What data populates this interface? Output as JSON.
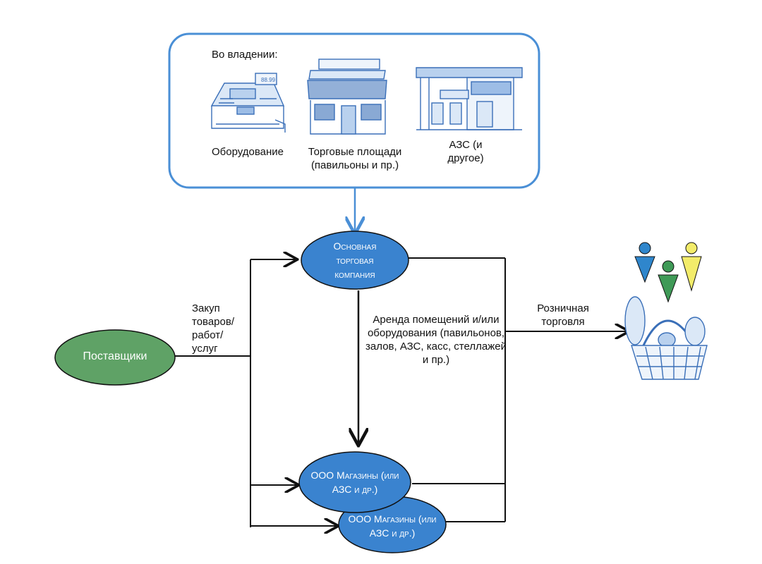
{
  "ownership": {
    "title": "Во владении:",
    "items": [
      {
        "icon": "cash-register-icon",
        "label": "Оборудование"
      },
      {
        "icon": "shop-pavilion-icon",
        "label": "Торговые площади (павильоны и пр.)"
      },
      {
        "icon": "gas-station-icon",
        "label": "АЗС (и другое)"
      }
    ]
  },
  "nodes": {
    "main_company": "Основная торговая компания",
    "suppliers": "Поставщики",
    "store1": "ООО Магазины (или АЗС и др.)",
    "store2": "ООО Магазины (или АЗС и др.)"
  },
  "edge_labels": {
    "purchase": "Закуп товаров/ работ/ услуг",
    "rent": "Аренда помещений и/или оборудования (павильонов, залов, АЗС, касс, стеллажей и пр.)",
    "retail": "Розничная торговля"
  },
  "customers_icon": "shopping-basket-customers-icon",
  "colors": {
    "frame": "#4a8fd6",
    "blue_node": "#3a83cf",
    "green_node": "#5fa266",
    "arrow": "#111111",
    "person_blue": "#2f86cc",
    "person_green": "#3f9a57",
    "person_yellow": "#f3ec6a"
  }
}
